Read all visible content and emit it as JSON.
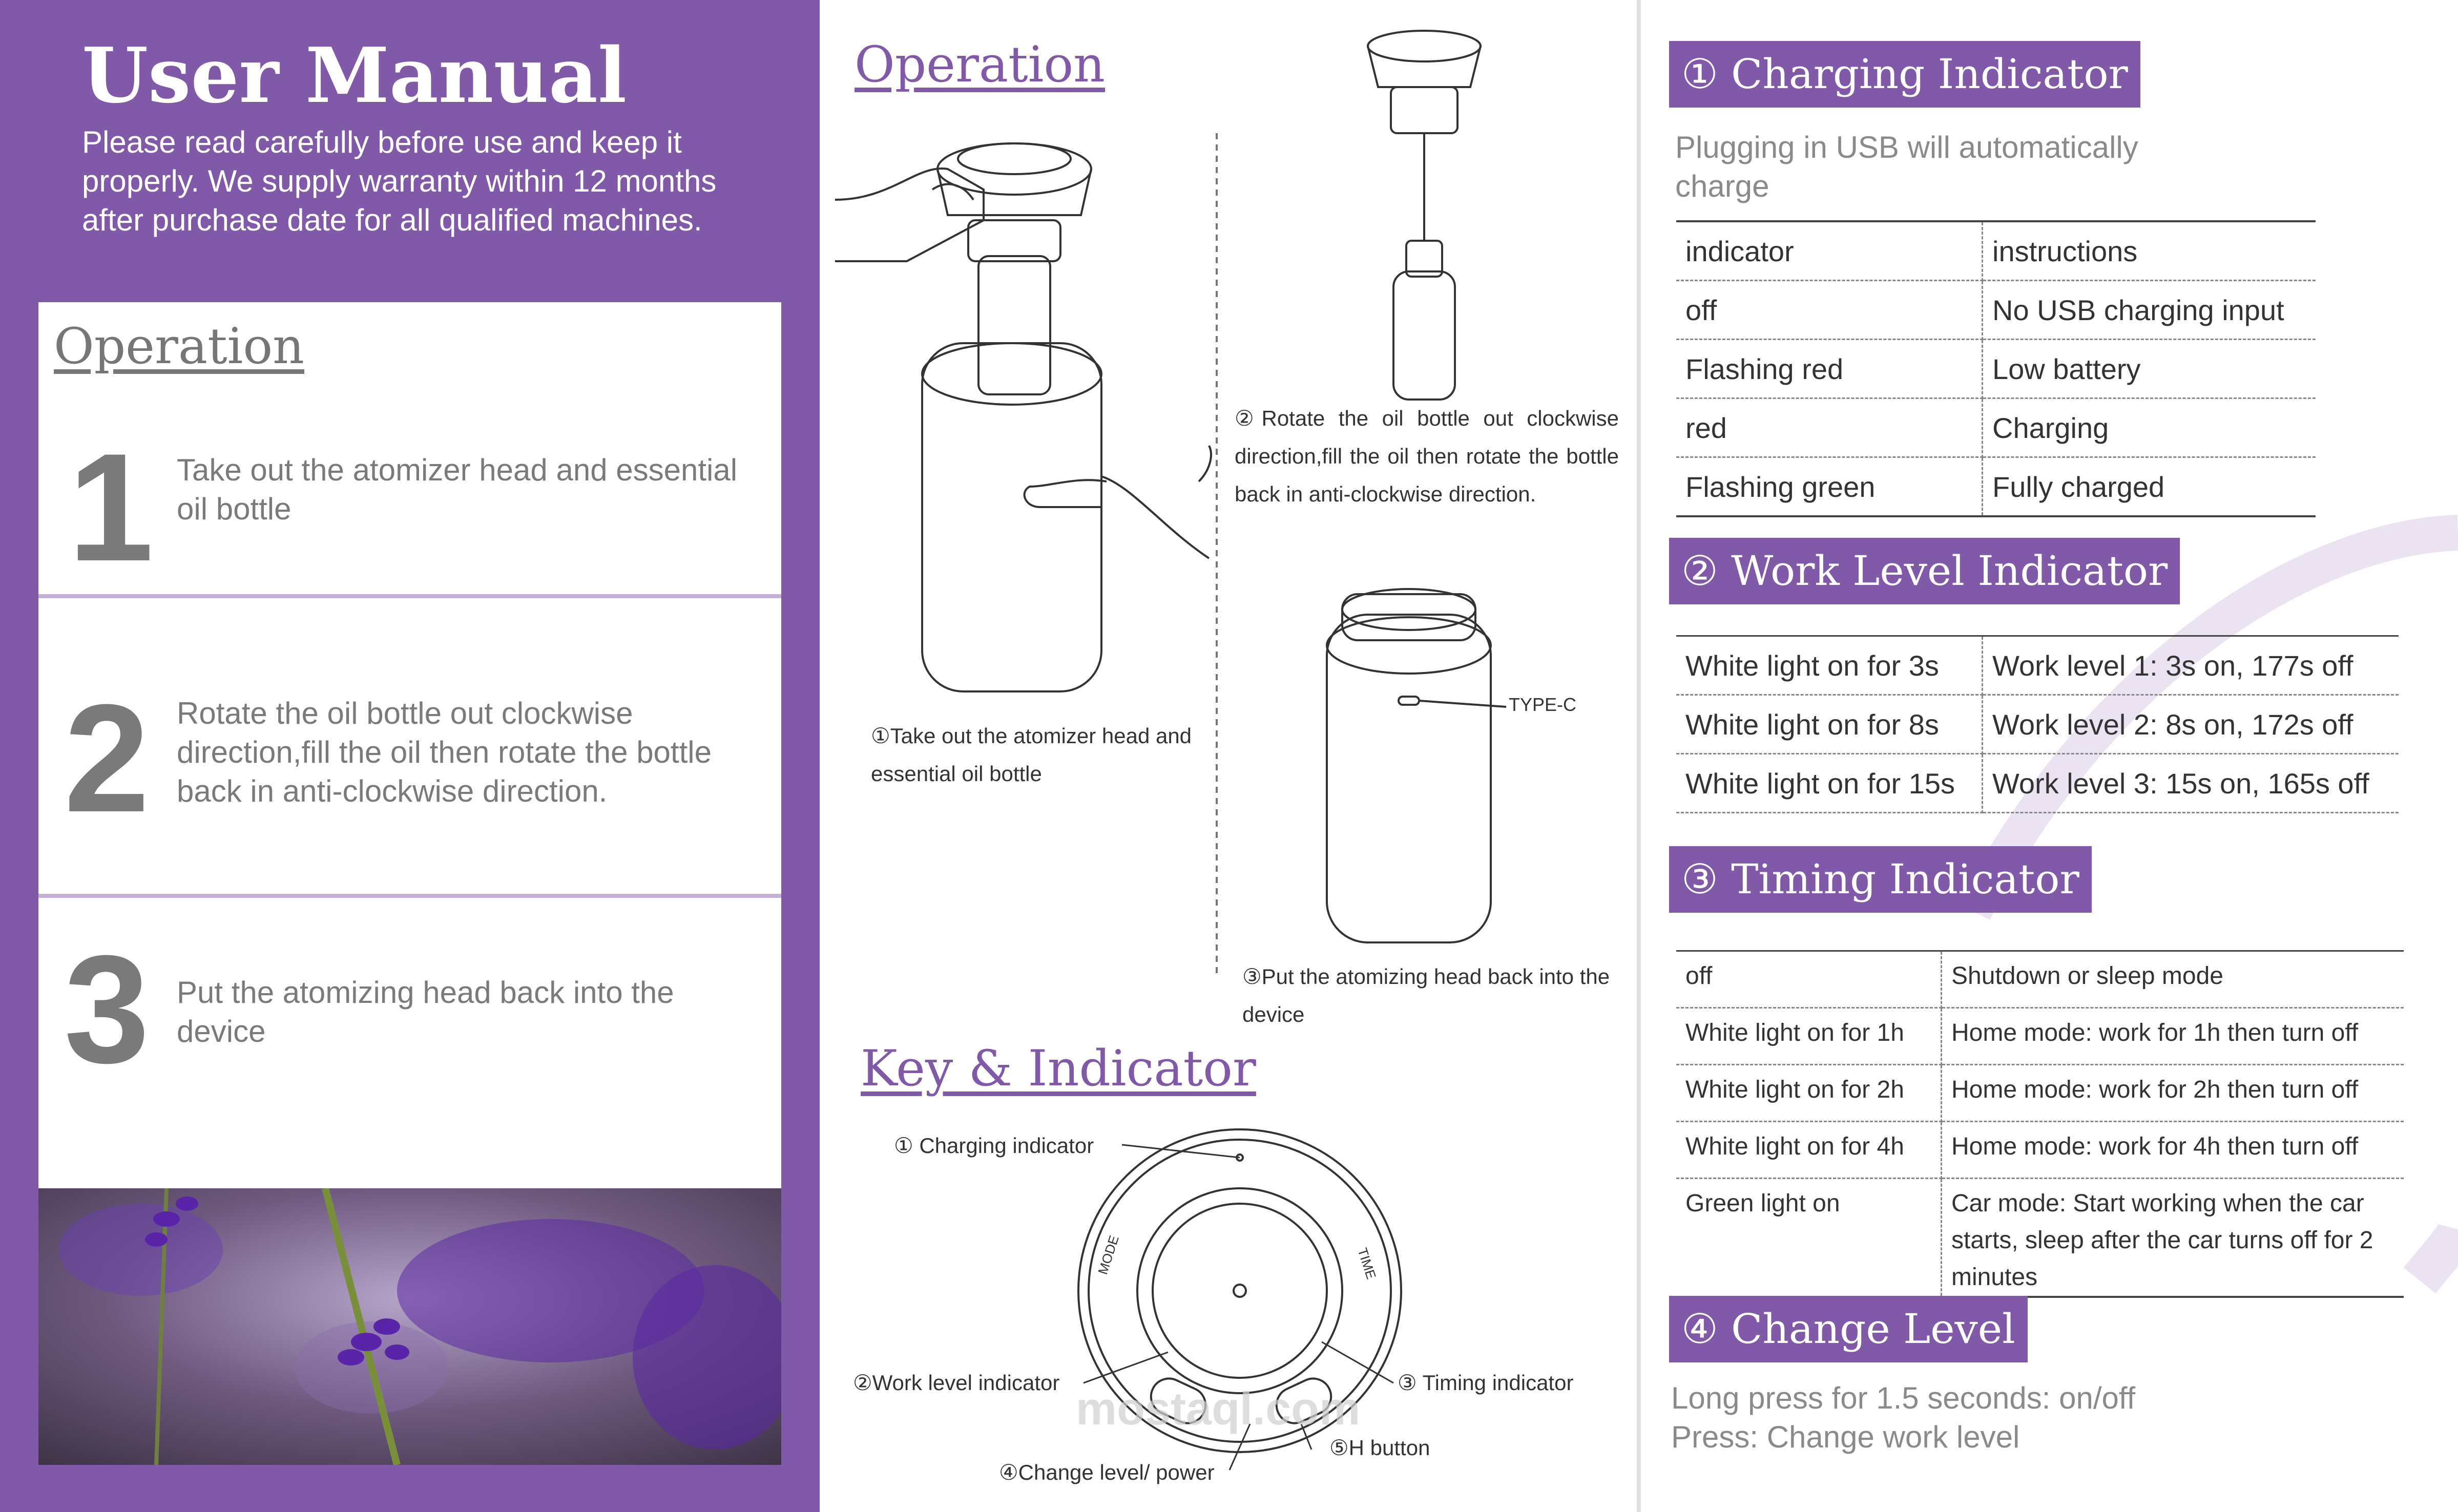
{
  "left": {
    "title": "User Manual",
    "intro": "Please read carefully before use and keep it properly. We supply warranty within 12 months after purchase date for all qualified machines.",
    "heading": "Operation",
    "steps": [
      {
        "num": "1",
        "text": "Take out the atomizer head and essential oil bottle"
      },
      {
        "num": "2",
        "text": "Rotate the oil bottle out clockwise direction,fill the oil then rotate the bottle back in anti-clockwise direction."
      },
      {
        "num": "3",
        "text": "Put the atomizing head back into the device"
      }
    ]
  },
  "middle": {
    "heading": "Operation",
    "caption1": "①Take out the atomizer head and essential oil bottle",
    "caption2": "②Rotate the oil bottle out clockwise direction,fill the oil then rotate the bottle back in anti-clockwise direction.",
    "caption3": "③Put the atomizing head back into the device",
    "type_c": "TYPE-C",
    "key_heading": "Key & Indicator",
    "labels": {
      "charging": "① Charging indicator",
      "work": "②Work level indicator",
      "timing": "③ Timing indicator",
      "h_button": "⑤H button",
      "change": "④Change level/ power"
    },
    "ring_mode": "MODE",
    "ring_time": "TIME"
  },
  "right": {
    "sec1": {
      "title": "① Charging Indicator",
      "note": "Plugging in USB will automatically charge",
      "rows": [
        [
          "indicator",
          "instructions"
        ],
        [
          "off",
          "No USB charging input"
        ],
        [
          "Flashing red",
          "Low battery"
        ],
        [
          "red",
          "Charging"
        ],
        [
          "Flashing green",
          "Fully charged"
        ]
      ]
    },
    "sec2": {
      "title": "② Work Level Indicator",
      "rows": [
        [
          "White light on for 3s",
          "Work level 1: 3s on, 177s off"
        ],
        [
          "White light on for 8s",
          "Work level  2: 8s on, 172s off"
        ],
        [
          "White light on for 15s",
          "Work level 3: 15s on, 165s off"
        ]
      ]
    },
    "sec3": {
      "title": "③ Timing Indicator",
      "rows": [
        [
          "off",
          "Shutdown or sleep mode"
        ],
        [
          "White light on for 1h",
          "Home mode: work for 1h then turn off"
        ],
        [
          "White light on for 2h",
          "Home mode: work for 2h then turn off"
        ],
        [
          "White light on for 4h",
          "Home mode: work for 4h then turn off"
        ],
        [
          "Green light on",
          "Car mode: Start working when the car starts, sleep after the car turns off for 2 minutes"
        ]
      ]
    },
    "sec4": {
      "title": "④ Change Level",
      "line1": "Long press for 1.5 seconds: on/off",
      "line2": "Press: Change work level"
    }
  },
  "watermark": "mostaql.com",
  "colors": {
    "brand_purple": "#8059a8",
    "lavender_light": "#c4b0d9",
    "text_gray": "#7a7a7a"
  }
}
